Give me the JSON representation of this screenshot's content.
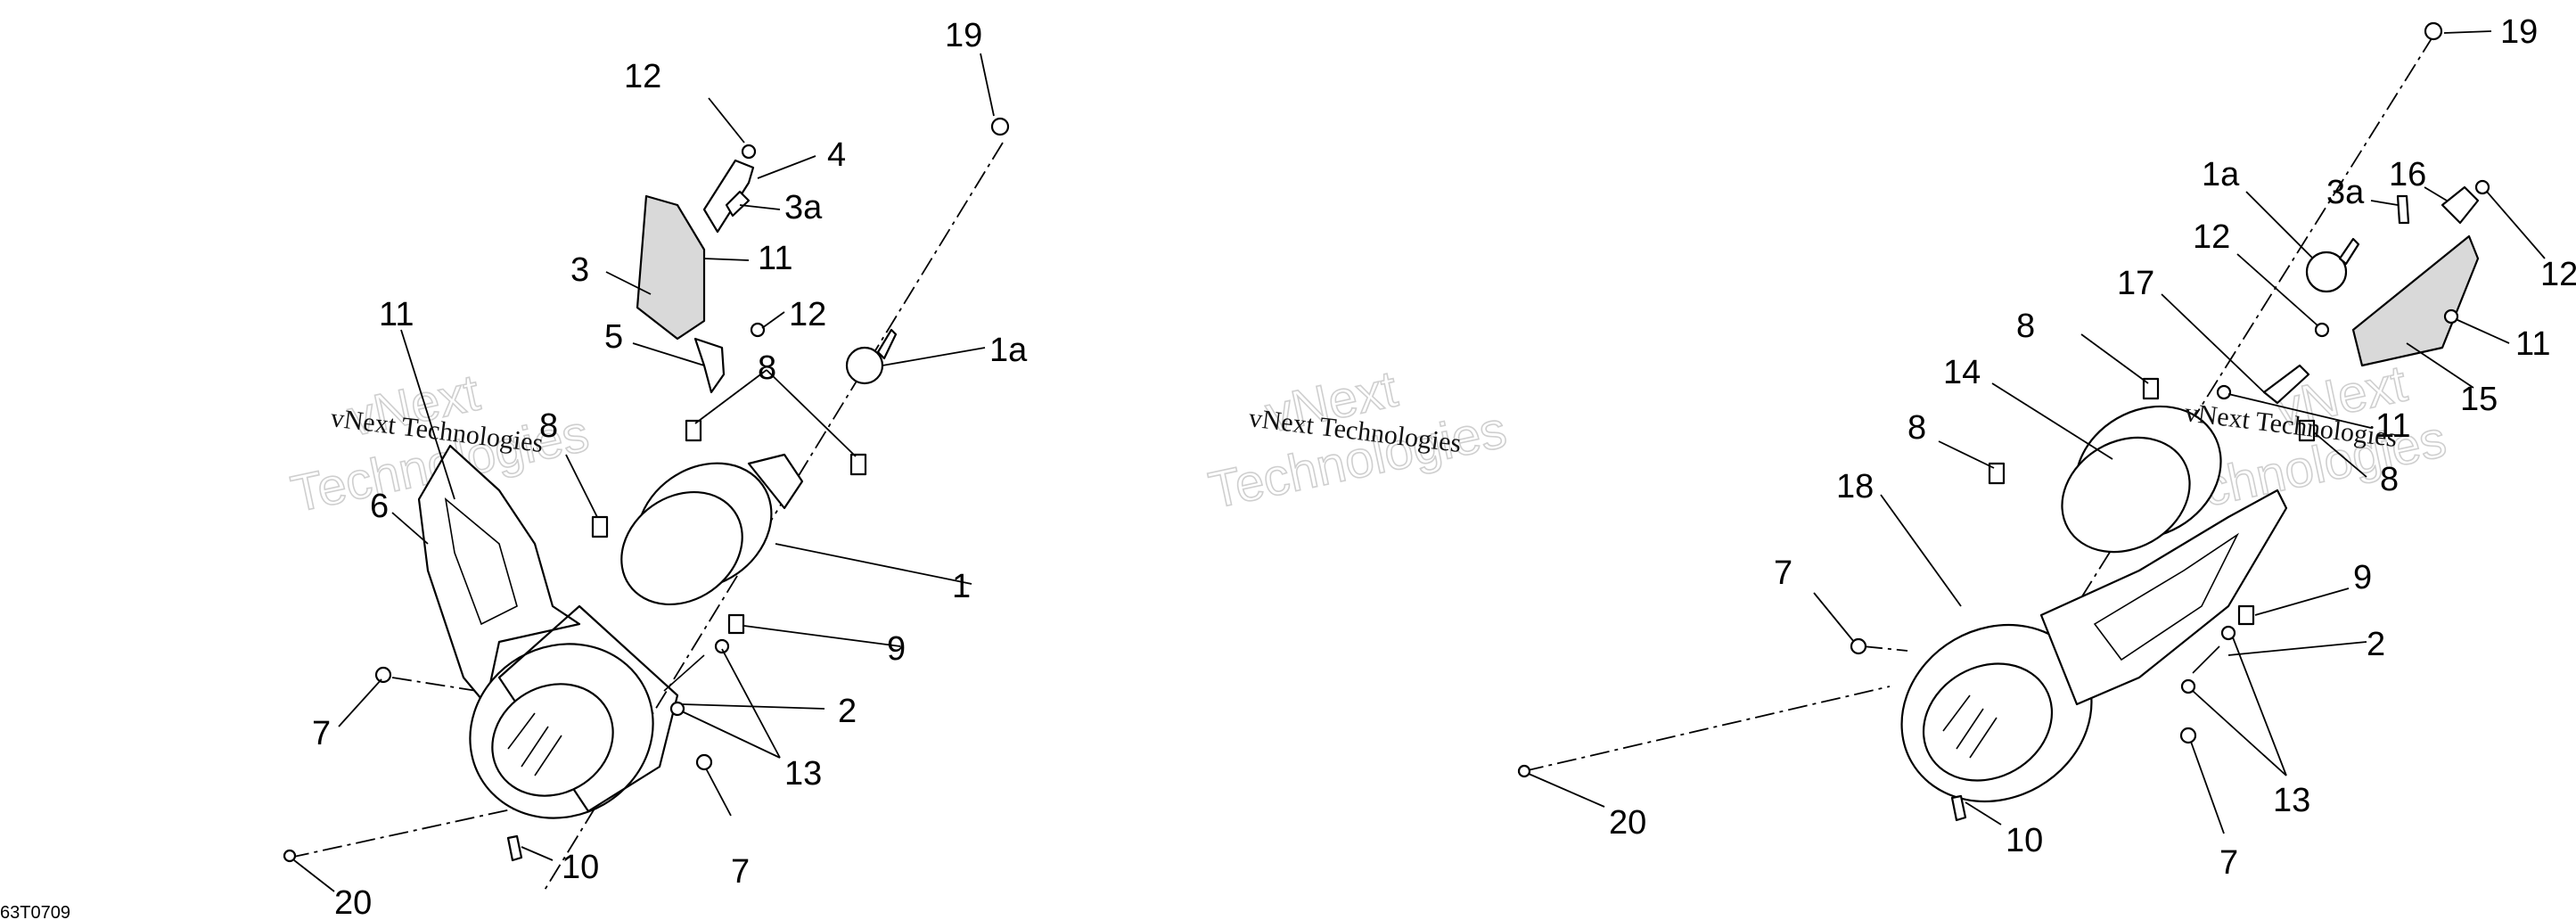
{
  "diagram": {
    "left_view": {
      "callouts": [
        {
          "id": "l19",
          "text": "19"
        },
        {
          "id": "l12a",
          "text": "12"
        },
        {
          "id": "l4",
          "text": "4"
        },
        {
          "id": "l3a",
          "text": "3a"
        },
        {
          "id": "l11a",
          "text": "11"
        },
        {
          "id": "l3",
          "text": "3"
        },
        {
          "id": "l12b",
          "text": "12"
        },
        {
          "id": "l5",
          "text": "5"
        },
        {
          "id": "l1a",
          "text": "1a"
        },
        {
          "id": "l11b",
          "text": "11"
        },
        {
          "id": "l8a",
          "text": "8"
        },
        {
          "id": "l8b",
          "text": "8"
        },
        {
          "id": "l6",
          "text": "6"
        },
        {
          "id": "l1",
          "text": "1"
        },
        {
          "id": "l9",
          "text": "9"
        },
        {
          "id": "l2",
          "text": "2"
        },
        {
          "id": "l7a",
          "text": "7"
        },
        {
          "id": "l13",
          "text": "13"
        },
        {
          "id": "l7b",
          "text": "7"
        },
        {
          "id": "l10",
          "text": "10"
        },
        {
          "id": "l20",
          "text": "20"
        }
      ]
    },
    "right_view": {
      "callouts": [
        {
          "id": "r19",
          "text": "19"
        },
        {
          "id": "r1a",
          "text": "1a"
        },
        {
          "id": "r3a",
          "text": "3a"
        },
        {
          "id": "r16",
          "text": "16"
        },
        {
          "id": "r12a",
          "text": "12"
        },
        {
          "id": "r12b",
          "text": "12"
        },
        {
          "id": "r17",
          "text": "17"
        },
        {
          "id": "r11a",
          "text": "11"
        },
        {
          "id": "r8a",
          "text": "8"
        },
        {
          "id": "r15",
          "text": "15"
        },
        {
          "id": "r14",
          "text": "14"
        },
        {
          "id": "r11b",
          "text": "11"
        },
        {
          "id": "r8b",
          "text": "8"
        },
        {
          "id": "r8c",
          "text": "8"
        },
        {
          "id": "r18",
          "text": "18"
        },
        {
          "id": "r9",
          "text": "9"
        },
        {
          "id": "r7a",
          "text": "7"
        },
        {
          "id": "r2",
          "text": "2"
        },
        {
          "id": "r13",
          "text": "13"
        },
        {
          "id": "r20",
          "text": "20"
        },
        {
          "id": "r10",
          "text": "10"
        },
        {
          "id": "r7b",
          "text": "7"
        }
      ]
    },
    "watermark": {
      "small": "vNext Technologies",
      "large_line1": "vNext",
      "large_line2": "Technologies"
    },
    "drawing_code": "63T0709"
  },
  "colors": {
    "ink": "#000000",
    "watermark_outline": "#cfcfcf",
    "shade": "#d9d9d9",
    "background": "#ffffff"
  }
}
